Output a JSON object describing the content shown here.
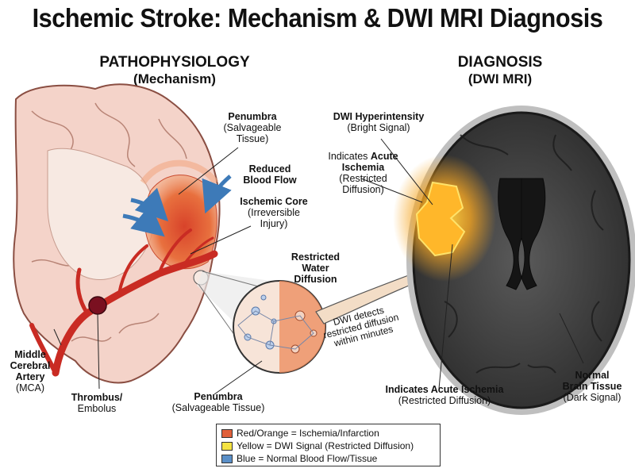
{
  "title": "Ischemic Stroke: Mechanism & DWI MRI Diagnosis",
  "left_section": {
    "heading": "PATHOPHYSIOLOGY",
    "subheading": "(Mechanism)"
  },
  "right_section": {
    "heading": "DIAGNOSIS",
    "subheading": "(DWI MRI)"
  },
  "labels": {
    "penumbra_top": {
      "bold": "Penumbra",
      "line1": "(Salvageable",
      "line2": "Tissue)"
    },
    "reduced_flow": {
      "line1": "Reduced",
      "line2": "Blood Flow"
    },
    "ischemic_core": {
      "bold": "Ischemic Core",
      "line1": "(Irreversible",
      "line2": "Injury)"
    },
    "restricted_diffusion": {
      "line1": "Restricted",
      "line2": "Water",
      "line3": "Diffusion"
    },
    "mca": {
      "line1": "Middle",
      "line2": "Cerebral",
      "line3": "Artery",
      "line4": "(MCA)"
    },
    "thrombus": {
      "bold": "Thrombus/",
      "line1": "Embolus"
    },
    "penumbra_bottom": {
      "bold": "Penumbra",
      "line1": "(Salvageable Tissue)"
    },
    "dwi_hyper": {
      "bold": "DWI Hyperintensity",
      "line1": "(Bright Signal)"
    },
    "indicates_top": {
      "prefix": "Indicates",
      "bold1": "Acute",
      "bold2": "Ischemia",
      "line1": "(Restricted",
      "line2": "Diffusion)"
    },
    "indicates_bottom": {
      "bold": "Indicates Acute Ischemia",
      "line1": "(Restricted Diffusion)"
    },
    "normal_tissue": {
      "line1": "Normal",
      "line2": "Brain Tissue",
      "line3": "(Dark Signal)"
    },
    "arrow_text": {
      "line1": "DWI detects",
      "line2": "restricted diffusion",
      "line3": "within minutes"
    }
  },
  "legend": [
    {
      "color": "#e0603a",
      "label": "Red/Orange = Ischemia/Infarction"
    },
    {
      "color": "#f5e342",
      "label": "Yellow = DWI Signal (Restricted Diffusion)"
    },
    {
      "color": "#5a8fc8",
      "label": "Blue = Normal Blood Flow/Tissue"
    }
  ]
}
